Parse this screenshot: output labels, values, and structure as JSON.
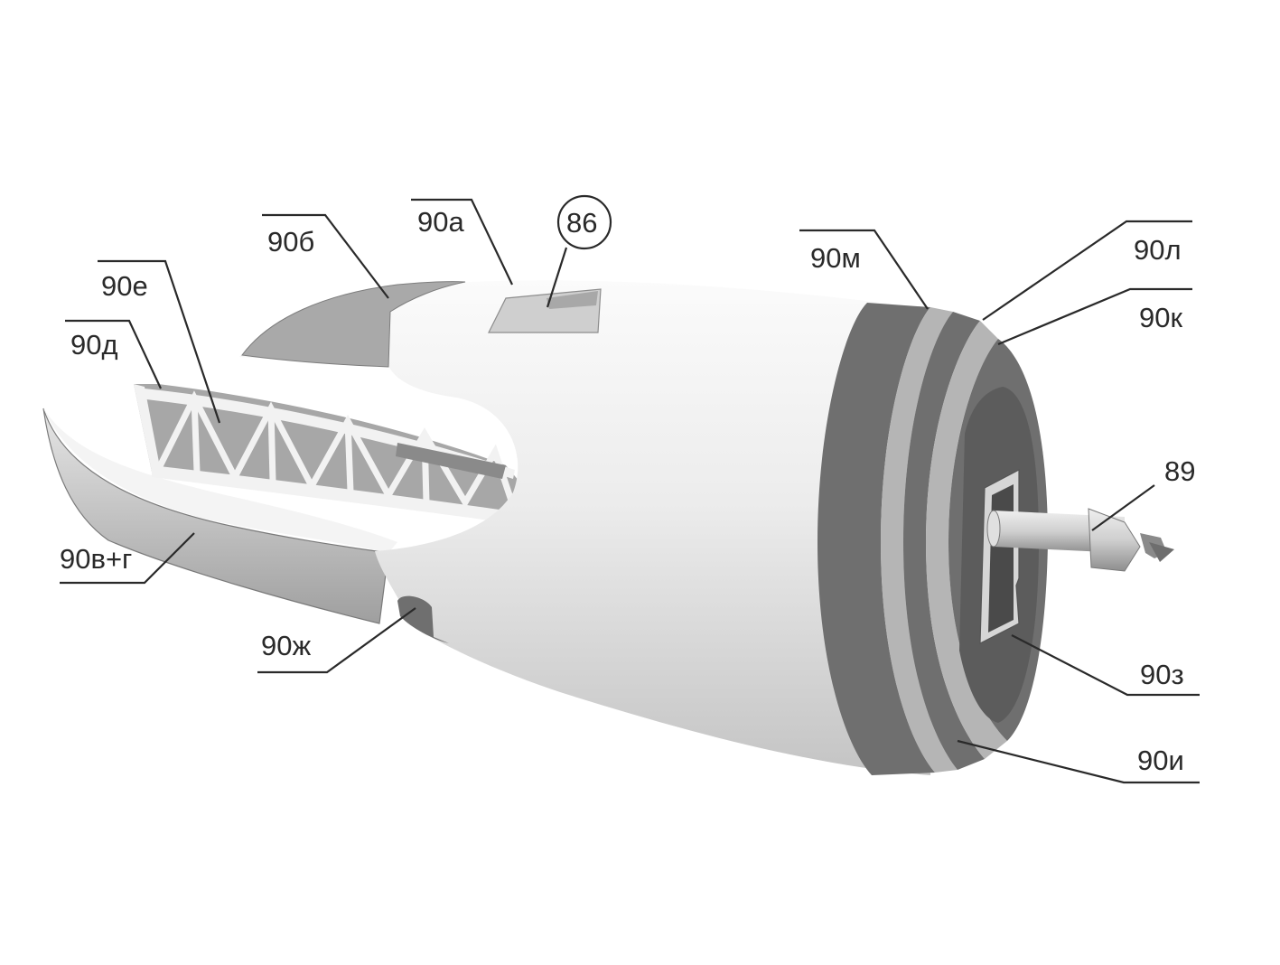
{
  "diagram": {
    "labels": {
      "l90a": "90а",
      "l90b": "90б",
      "l90e": "90е",
      "l90d": "90д",
      "l90vg": "90в+г",
      "l90zh": "90ж",
      "l86": "86",
      "l90m": "90м",
      "l90l": "90л",
      "l90k": "90к",
      "l89": "89",
      "l90z": "90з",
      "l90i": "90и"
    },
    "colors": {
      "body_light": "#ececec",
      "body_mid": "#c9c9c9",
      "shadow": "#9c9c9c",
      "band_dark": "#6e6e6e",
      "band_light": "#b3b3b3",
      "line": "#2a2a2a"
    }
  }
}
